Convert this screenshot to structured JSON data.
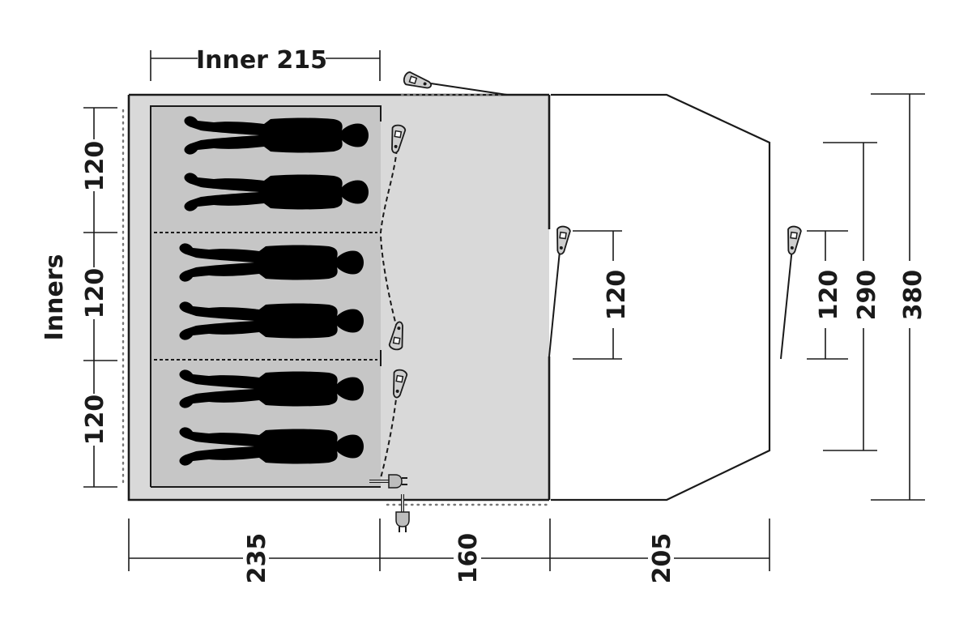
{
  "diagram": {
    "type": "tent floor plan",
    "units": "cm",
    "colors": {
      "outline": "#1a1a1a",
      "sleeping_area": "#d9d9d9",
      "inner_tent": "#c6c6c6",
      "porch": "#ffffff",
      "person": "#1b1b1b",
      "peg": "#cfcfcf"
    },
    "labels": {
      "inner_width": "Inner 215",
      "inners_title": "Inners",
      "inner_heights": [
        "120",
        "120",
        "120"
      ],
      "bottom_widths": [
        "235",
        "160",
        "205"
      ],
      "door_left": "120",
      "door_right": "120",
      "mid_height": "290",
      "total_height": "380"
    },
    "sleeping_compartments": 3,
    "persons_per_compartment": 2,
    "icons": [
      "tent-peg-icon",
      "electric-hookup-plug-icon",
      "person-silhouette-icon"
    ]
  }
}
